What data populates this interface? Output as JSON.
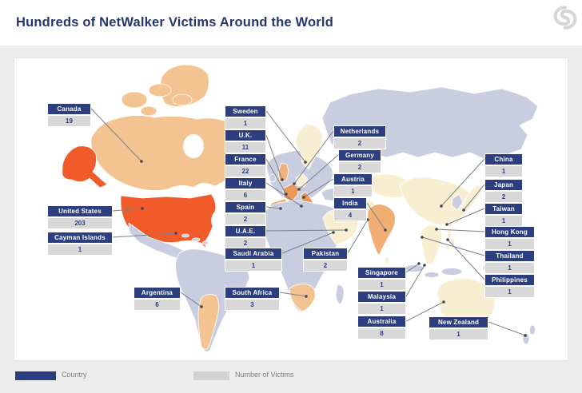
{
  "header": {
    "title": "Hundreds of NetWalker Victims Around the World",
    "logo_icon": "vendor-swirl-logo"
  },
  "legend": {
    "country_label": "Country",
    "victims_label": "Number of Victims"
  },
  "colors": {
    "label_header_bg": "#2d3e7e",
    "label_value_bg": "#d8d8d8",
    "title_text": "#24366e",
    "page_bg": "#ededed",
    "map_base": "#c8cedf",
    "map_cream": "#f8eed2",
    "map_tan": "#f3c492",
    "map_orange_high": "#f15a29",
    "map_orange_mid": "#e9995c",
    "leader_line": "#7a7f89"
  },
  "chart_data": {
    "type": "map",
    "title": "Hundreds of NetWalker Victims Around the World",
    "legend": [
      "Country",
      "Number of Victims"
    ],
    "points": [
      {
        "country": "Canada",
        "victims": 19
      },
      {
        "country": "United States",
        "victims": 203
      },
      {
        "country": "Cayman Islands",
        "victims": 1
      },
      {
        "country": "Argentina",
        "victims": 6
      },
      {
        "country": "Sweden",
        "victims": 1
      },
      {
        "country": "U.K.",
        "victims": 11
      },
      {
        "country": "France",
        "victims": 22
      },
      {
        "country": "Italy",
        "victims": 6
      },
      {
        "country": "Spain",
        "victims": 2
      },
      {
        "country": "U.A.E.",
        "victims": 2
      },
      {
        "country": "Saudi Arabia",
        "victims": 1
      },
      {
        "country": "South Africa",
        "victims": 3
      },
      {
        "country": "Netherlands",
        "victims": 2
      },
      {
        "country": "Germany",
        "victims": 2
      },
      {
        "country": "Austria",
        "victims": 1
      },
      {
        "country": "India",
        "victims": 4
      },
      {
        "country": "Pakistan",
        "victims": 2
      },
      {
        "country": "Singapore",
        "victims": 1
      },
      {
        "country": "Malaysia",
        "victims": 1
      },
      {
        "country": "Australia",
        "victims": 8
      },
      {
        "country": "New Zealand",
        "victims": 1
      },
      {
        "country": "China",
        "victims": 1
      },
      {
        "country": "Japan",
        "victims": 2
      },
      {
        "country": "Taiwan",
        "victims": 1
      },
      {
        "country": "Hong Kong",
        "victims": 1
      },
      {
        "country": "Thailand",
        "victims": 1
      },
      {
        "country": "Philippines",
        "victims": 1
      }
    ]
  }
}
